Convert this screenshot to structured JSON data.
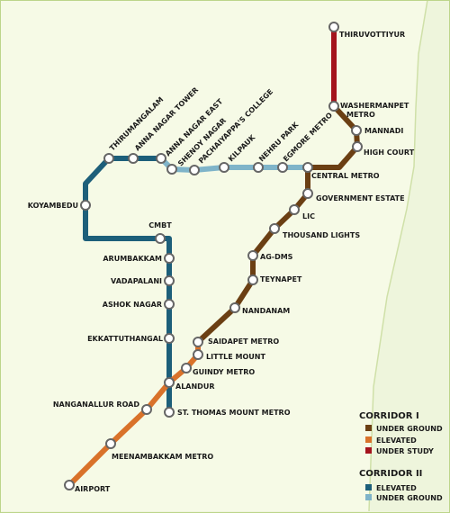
{
  "colors": {
    "background": "#eef5dc",
    "land": "#f6fae6",
    "c1_underground": "#6b3f13",
    "c1_elevated": "#d9722a",
    "c1_under_study": "#a4131d",
    "c2_elevated": "#1d5f7a",
    "c2_underground": "#7fb4c9",
    "station_fill": "#ffffff",
    "station_stroke": "#666666"
  },
  "stations": {
    "thiruvottiyur": "THIRUVOTTIYUR",
    "washermanpet_1": "WASHERMANPET",
    "washermanpet_2": "METRO",
    "mannadi": "MANNADI",
    "high_court": "HIGH COURT",
    "central_metro": "CENTRAL METRO",
    "government_estate": "GOVERNMENT ESTATE",
    "lic": "LIC",
    "thousand_lights": "THOUSAND LIGHTS",
    "ag_dms": "AG-DMS",
    "teynapet": "TEYNAPET",
    "nandanam": "NANDANAM",
    "saidapet_metro": "SAIDAPET METRO",
    "little_mount": "LITTLE MOUNT",
    "guindy_metro": "GUINDY METRO",
    "alandur": "ALANDUR",
    "nanganallur_road": "NANGANALLUR ROAD",
    "meenambakkam_metro": "MEENAMBAKKAM METRO",
    "airport": "AIRPORT",
    "st_thomas_mount": "ST. THOMAS MOUNT METRO",
    "ekkattuthangal": "EKKATTUTHANGAL",
    "ashok_nagar": "ASHOK NAGAR",
    "vadapalani": "VADAPALANI",
    "arumbakkam": "ARUMBAKKAM",
    "cmbt": "CMBT",
    "koyambedu": "KOYAMBEDU",
    "thirumangalam": "THIRUMANGALAM",
    "anna_nagar_tower": "ANNA NAGAR TOWER",
    "anna_nagar_east": "ANNA NAGAR EAST",
    "shenoy_nagar": "SHENOY NAGAR",
    "pachaiyappas_college": "PACHAIYAPPA'S COLLEGE",
    "kilpauk": "KILPAUK",
    "nehru_park": "NEHRU PARK",
    "egmore_metro": "EGMORE METRO"
  },
  "legend": {
    "corridor_1_title": "CORRIDOR I",
    "c1_underground": "UNDER GROUND",
    "c1_elevated": "ELEVATED",
    "c1_under_study": "UNDER STUDY",
    "corridor_2_title": "CORRIDOR II",
    "c2_elevated": "ELEVATED",
    "c2_underground": "UNDER GROUND"
  }
}
